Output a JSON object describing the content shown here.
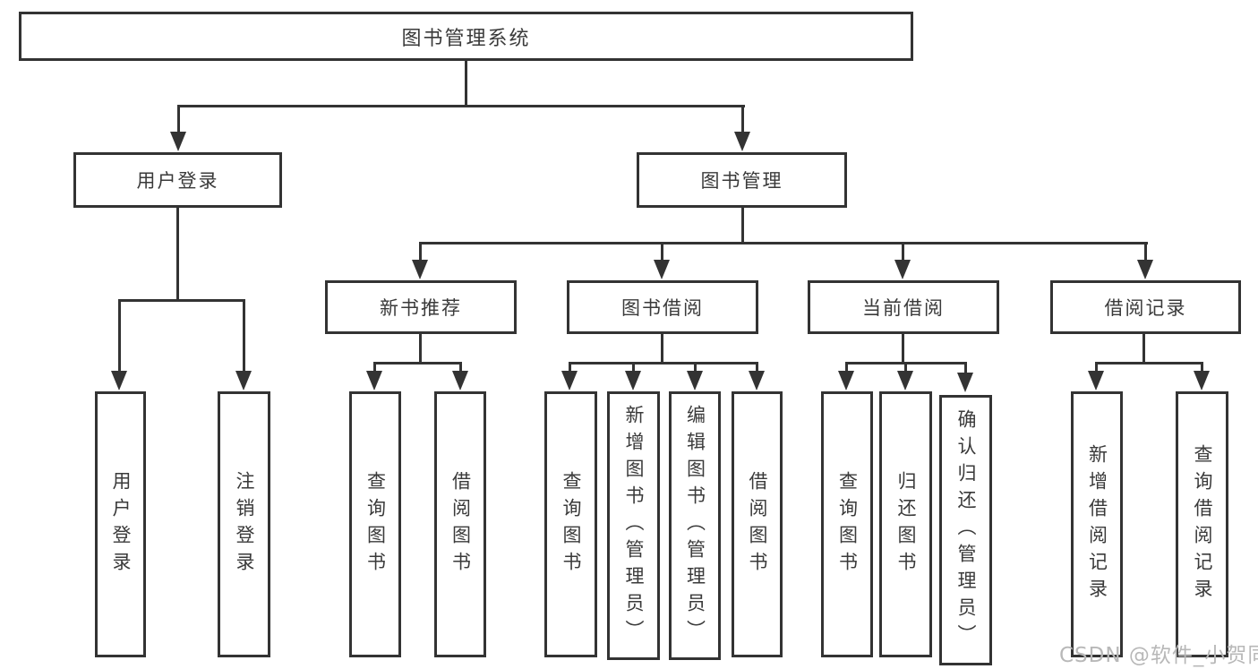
{
  "diagram": {
    "root": "图书管理系统",
    "branches": [
      {
        "label": "用户登录",
        "children": [
          "用户登录",
          "注销登录"
        ]
      },
      {
        "label": "图书管理",
        "groups": [
          {
            "label": "新书推荐",
            "children": [
              "查询图书",
              "借阅图书"
            ]
          },
          {
            "label": "图书借阅",
            "children": [
              "查询图书",
              "新增图书（管理员）",
              "编辑图书（管理员）",
              "借阅图书"
            ]
          },
          {
            "label": "当前借阅",
            "children": [
              "查询图书",
              "归还图书",
              "确认归还（管理员）"
            ]
          },
          {
            "label": "借阅记录",
            "children": [
              "新增借阅记录",
              "查询借阅记录"
            ]
          }
        ]
      }
    ]
  },
  "watermark": "CSDN @软件_小贺同学",
  "colors": {
    "line": "#333333",
    "text": "#3a3a3a",
    "background": "#ffffff",
    "watermark": "#b8b8b8"
  }
}
